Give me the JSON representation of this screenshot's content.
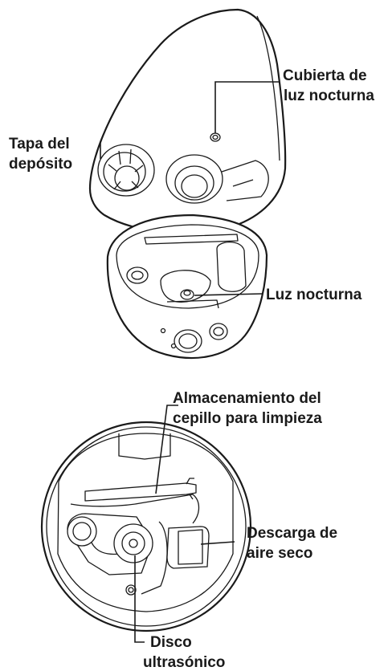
{
  "labels": {
    "night_light_cover": [
      "Cubierta de",
      "luz nocturna"
    ],
    "tank_cap": [
      "Tapa del",
      "depósito"
    ],
    "night_light": "Luz nocturna",
    "brush_storage": [
      "Almacenamiento del",
      "cepillo para limpieza"
    ],
    "dry_air_outlet": [
      "Descarga de",
      "aire seco"
    ],
    "ultrasonic_disc": [
      "Disco",
      "ultrasónico"
    ]
  },
  "colors": {
    "ink": "#1a1a1a",
    "background": "#ffffff"
  }
}
